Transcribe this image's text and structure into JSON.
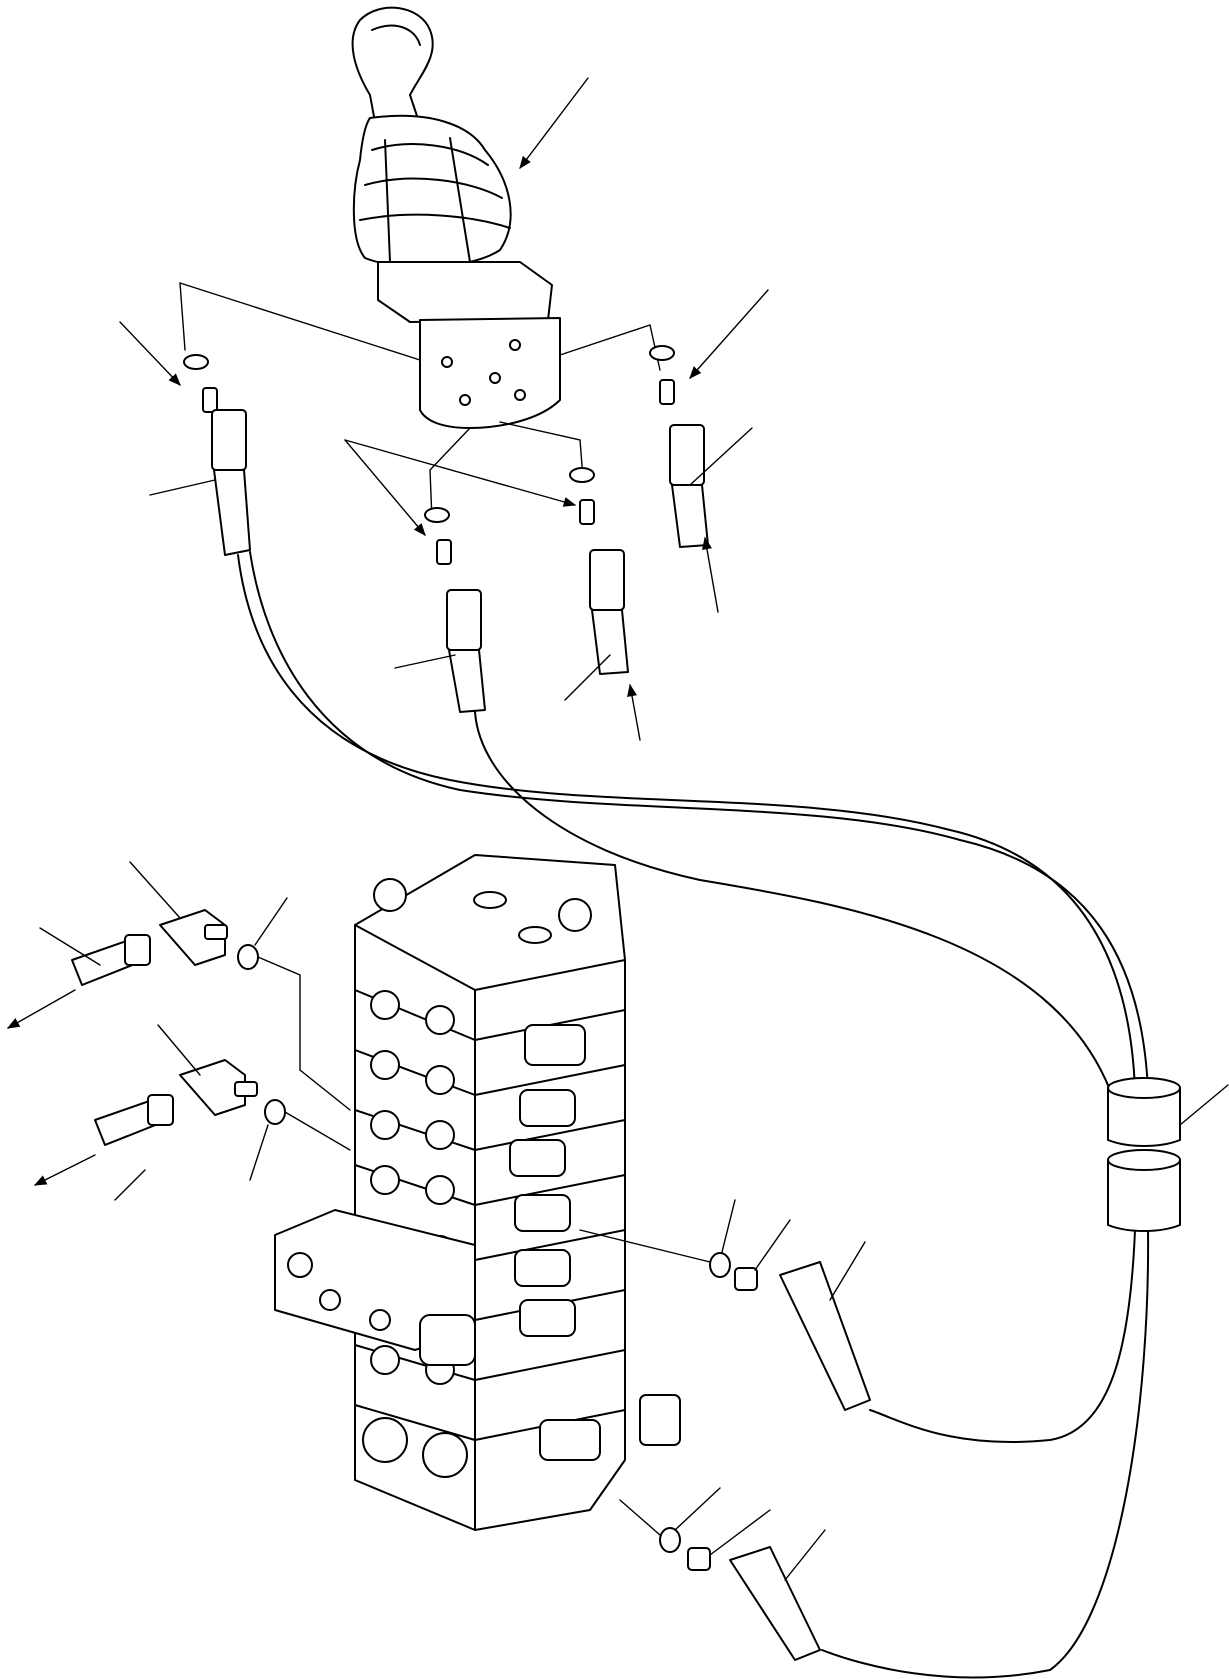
{
  "figure": {
    "kind": "exploded parts diagram",
    "description_visible_text": "",
    "colors": {
      "line": "#000000",
      "background": "#ffffff"
    },
    "components": [
      {
        "id": "joystick-lever",
        "icon": "joystick-icon"
      },
      {
        "id": "control-valve-block",
        "icon": "valve-block-icon"
      },
      {
        "id": "hose-clamp",
        "icon": "clamp-icon"
      }
    ],
    "callout_count": 20
  }
}
